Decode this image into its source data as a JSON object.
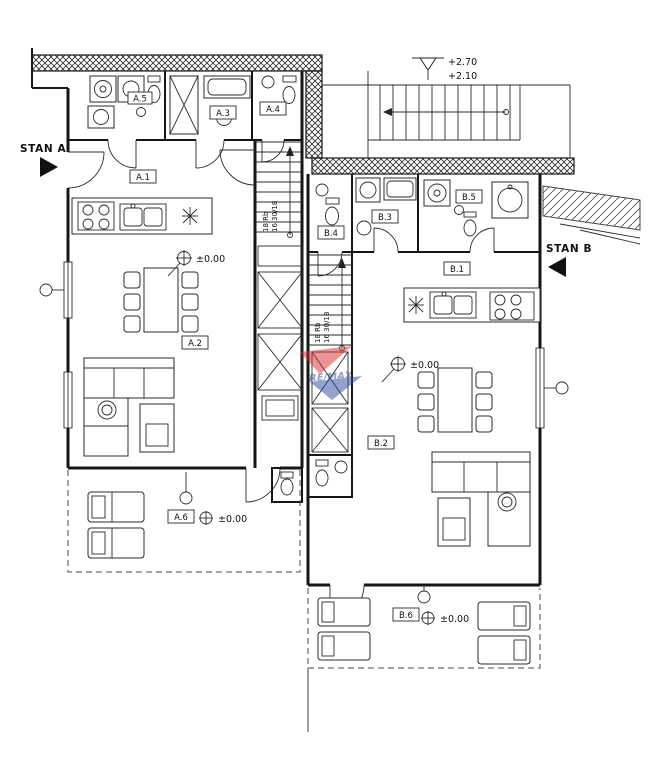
{
  "units": {
    "stan_a": "STAN A",
    "stan_b": "STAN B"
  },
  "elevations": {
    "plus270": "+2.70",
    "plus210": "+2.10",
    "zero_a_living": "±0.00",
    "zero_a_terrace": "±0.00",
    "zero_b_living": "±0.00",
    "zero_b_terrace": "±0.00"
  },
  "rooms": {
    "a1": "A.1",
    "a2": "A.2",
    "a3": "A.3",
    "a4": "A.4",
    "a5": "A.5",
    "a6": "A.6",
    "b1": "B.1",
    "b2": "B.2",
    "b3": "B.3",
    "b4": "B.4",
    "b5": "B.5",
    "b6": "B.6"
  },
  "stairs": {
    "a_line1": "18 Rb",
    "a_line2": "16 30/18",
    "b_line1": "18 Rb",
    "b_line2": "16 30/18"
  },
  "watermark": {
    "brand": "RE/MAX"
  },
  "colors": {
    "remax_red": "#d92b2f",
    "remax_blue": "#27489b"
  }
}
